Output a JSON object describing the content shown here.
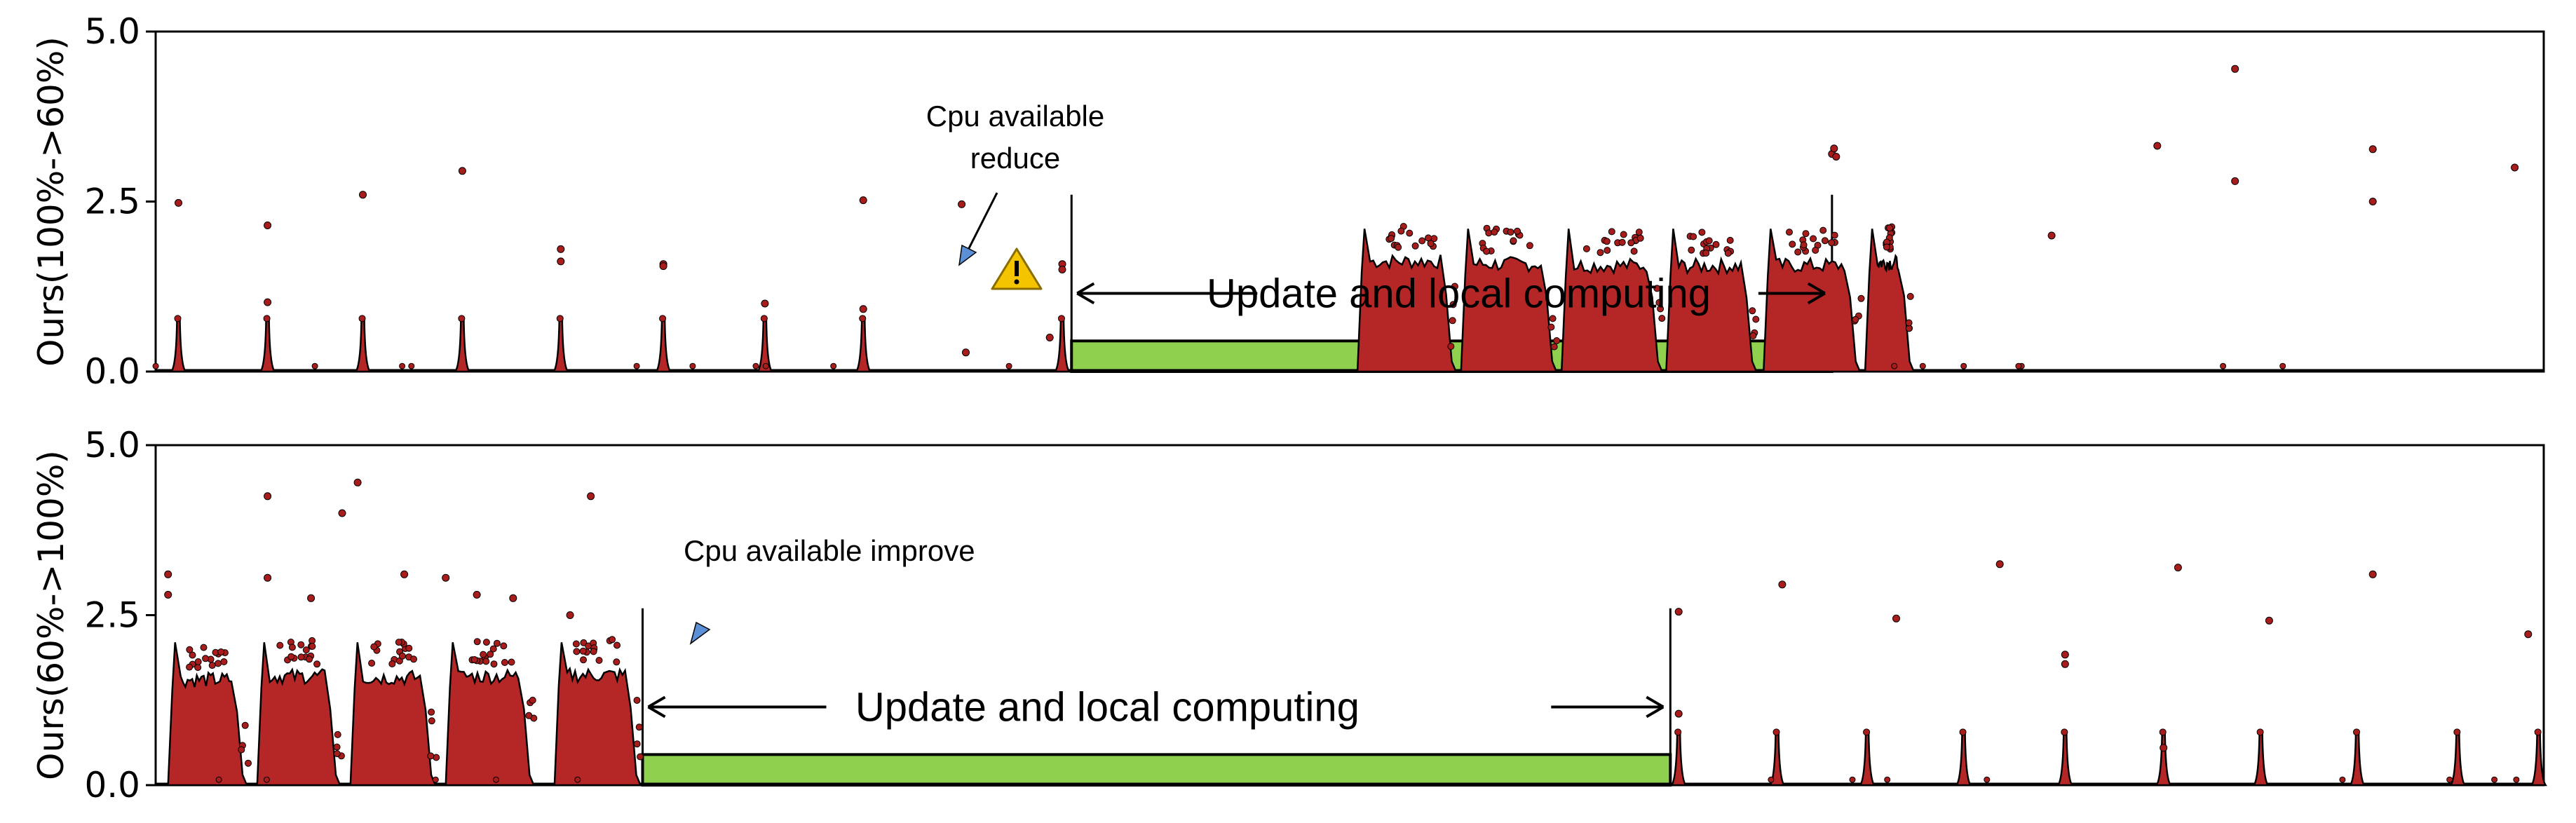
{
  "chart_data": [
    {
      "type": "area",
      "ylabel": "Ours(100%->60%)",
      "ylim": [
        0,
        5
      ],
      "yticks": [
        "0.0",
        "2.5",
        "5.0"
      ],
      "xlim": [
        0,
        2305
      ],
      "x_ticks_shown": false,
      "grid": false,
      "idle_spikes": [
        22,
        108,
        200,
        296,
        391,
        490,
        588,
        683,
        875
      ],
      "busy_blocks": [
        [
          1160,
          1255
        ],
        [
          1260,
          1352
        ],
        [
          1357,
          1454
        ],
        [
          1458,
          1545
        ],
        [
          1552,
          1645
        ],
        [
          1650,
          1697
        ]
      ],
      "busy_levels": [
        1.62,
        1.58,
        1.56,
        1.55,
        1.56,
        1.6
      ],
      "update_span": [
        884,
        1618
      ],
      "update_value": 0.45,
      "outliers": [
        [
          22,
          2.48
        ],
        [
          108,
          2.15
        ],
        [
          108,
          1.02
        ],
        [
          200,
          2.6
        ],
        [
          296,
          2.95
        ],
        [
          391,
          1.8
        ],
        [
          391,
          1.62
        ],
        [
          490,
          1.58
        ],
        [
          490,
          1.55
        ],
        [
          588,
          1.0
        ],
        [
          683,
          2.52
        ],
        [
          683,
          0.92
        ],
        [
          778,
          2.46
        ],
        [
          782,
          0.28
        ],
        [
          875,
          1.58
        ],
        [
          875,
          1.5
        ],
        [
          863,
          0.5
        ],
        [
          1618,
          3.2
        ],
        [
          1620,
          3.28
        ],
        [
          1622,
          3.16
        ],
        [
          1830,
          2.0
        ],
        [
          1932,
          3.32
        ],
        [
          2007,
          4.45
        ],
        [
          2007,
          2.8
        ],
        [
          2140,
          3.27
        ],
        [
          2140,
          2.5
        ],
        [
          2277,
          3.0
        ]
      ],
      "annotations": {
        "cpu_text_line1": "Cpu available",
        "cpu_text_line2": "reduce",
        "update_text": "Update  and local computing"
      },
      "colors": {
        "fill": "#b52626",
        "dot": "#a81c1c",
        "update_bar": "#8fd14f",
        "warning": "#f5c400"
      }
    },
    {
      "type": "area",
      "ylabel": "Ours(60%->100%)",
      "ylim": [
        0,
        5
      ],
      "yticks": [
        "0.0",
        "2.5",
        "5.0"
      ],
      "xlim": [
        0,
        2305
      ],
      "x_ticks_shown": false,
      "grid": false,
      "busy_blocks": [
        [
          12,
          88
        ],
        [
          98,
          178
        ],
        [
          188,
          270
        ],
        [
          280,
          365
        ],
        [
          385,
          468
        ]
      ],
      "busy_levels": [
        1.55,
        1.6,
        1.58,
        1.6,
        1.62
      ],
      "idle_spikes": [
        1470,
        1565,
        1652,
        1745,
        1843,
        1938,
        2032,
        2125,
        2222,
        2300
      ],
      "update_span": [
        470,
        1462
      ],
      "update_value": 0.45,
      "outliers": [
        [
          12,
          3.1
        ],
        [
          12,
          2.8
        ],
        [
          108,
          4.25
        ],
        [
          108,
          3.05
        ],
        [
          150,
          2.75
        ],
        [
          180,
          4.0
        ],
        [
          195,
          4.45
        ],
        [
          240,
          3.1
        ],
        [
          280,
          3.05
        ],
        [
          310,
          2.8
        ],
        [
          345,
          2.75
        ],
        [
          420,
          4.25
        ],
        [
          400,
          2.5
        ],
        [
          1470,
          2.55
        ],
        [
          1470,
          1.05
        ],
        [
          1570,
          2.95
        ],
        [
          1680,
          2.45
        ],
        [
          1780,
          3.25
        ],
        [
          1843,
          1.92
        ],
        [
          1843,
          1.78
        ],
        [
          1938,
          0.55
        ],
        [
          1952,
          3.2
        ],
        [
          2040,
          2.42
        ],
        [
          2140,
          3.1
        ],
        [
          2290,
          2.22
        ]
      ],
      "annotations": {
        "cpu_text": "Cpu available improve",
        "update_text": "Update  and local computing"
      },
      "colors": {
        "fill": "#b52626",
        "dot": "#a81c1c",
        "update_bar": "#8fd14f",
        "marker": "#5b8fd6"
      }
    }
  ]
}
